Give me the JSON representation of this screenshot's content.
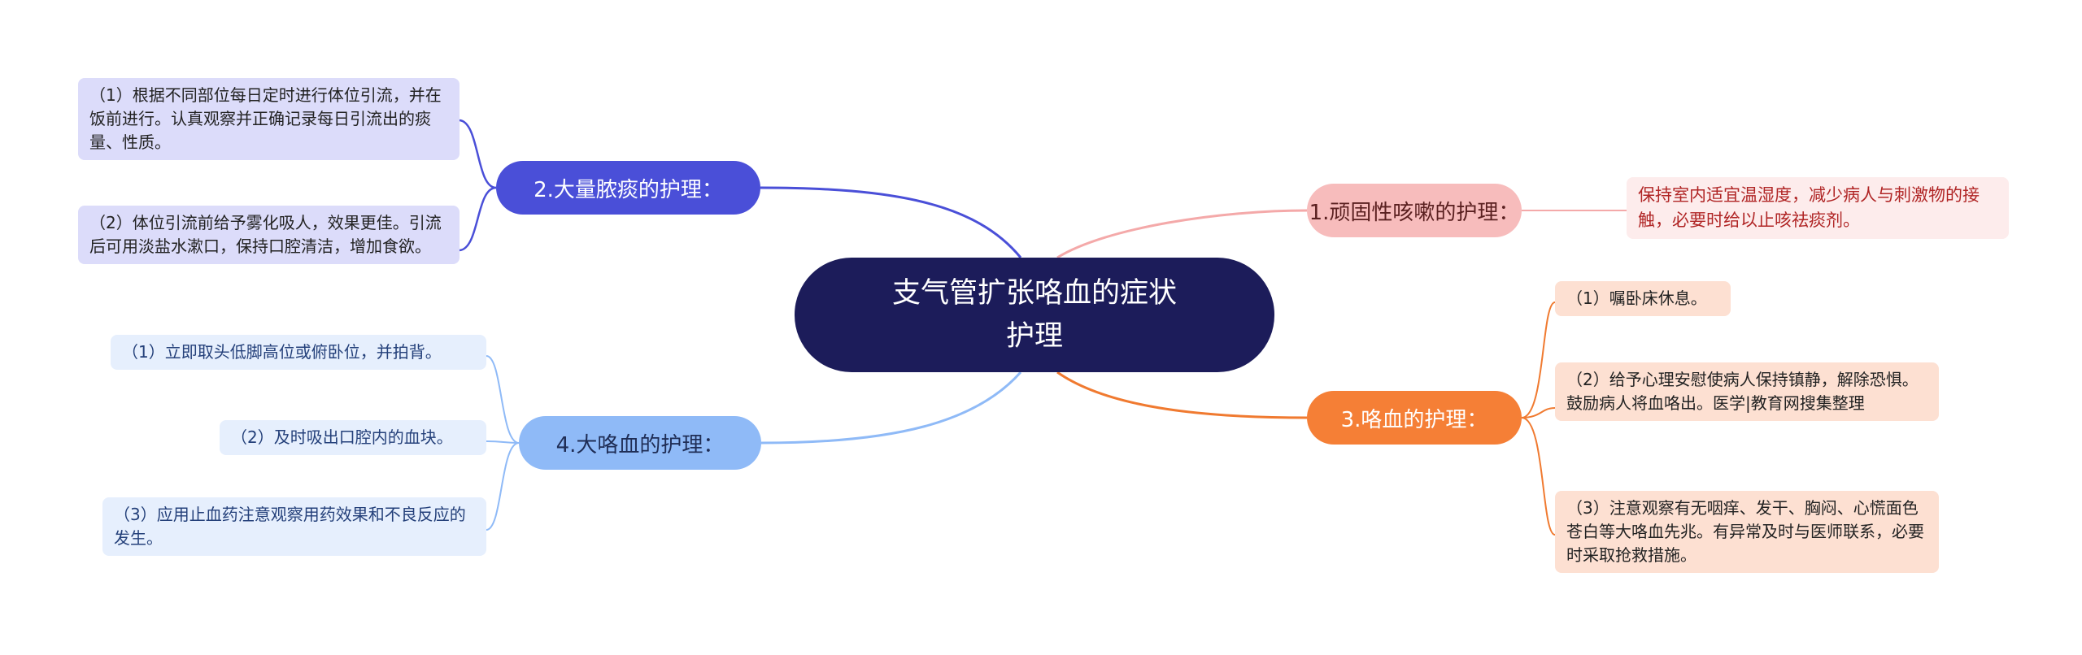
{
  "root": {
    "title": "支气管扩张咯血的症状护理"
  },
  "branches": [
    {
      "label": "1.顽固性咳嗽的护理：",
      "color": "#f7bcbc",
      "leaves": [
        "保持室内适宜温湿度，减少病人与刺激物的接触，必要时给以止咳祛痰剂。"
      ]
    },
    {
      "label": "2.大量脓痰的护理：",
      "color": "#4a4fd8",
      "leaves": [
        "（1）根据不同部位每日定时进行体位引流，并在饭前进行。认真观察并正确记录每日引流出的痰量、性质。",
        "（2）体位引流前给予雾化吸人，效果更佳。引流后可用淡盐水漱口，保持口腔清洁，增加食欲。"
      ]
    },
    {
      "label": "3.咯血的护理：",
      "color": "#f57f36",
      "leaves": [
        "（1）嘱卧床休息。",
        "（2）给予心理安慰使病人保持镇静，解除恐惧。鼓励病人将血咯出。医学|教育网搜集整理",
        "（3）注意观察有无咽痒、发干、胸闷、心慌面色苍白等大咯血先兆。有异常及时与医师联系，必要时采取抢救措施。"
      ]
    },
    {
      "label": "4.大咯血的护理：",
      "color": "#8fbaf7",
      "leaves": [
        "（1）立即取头低脚高位或俯卧位，并拍背。",
        "（2）及时吸出口腔内的血块。",
        "（3）应用止血药注意观察用药效果和不良反应的发生。"
      ]
    }
  ]
}
